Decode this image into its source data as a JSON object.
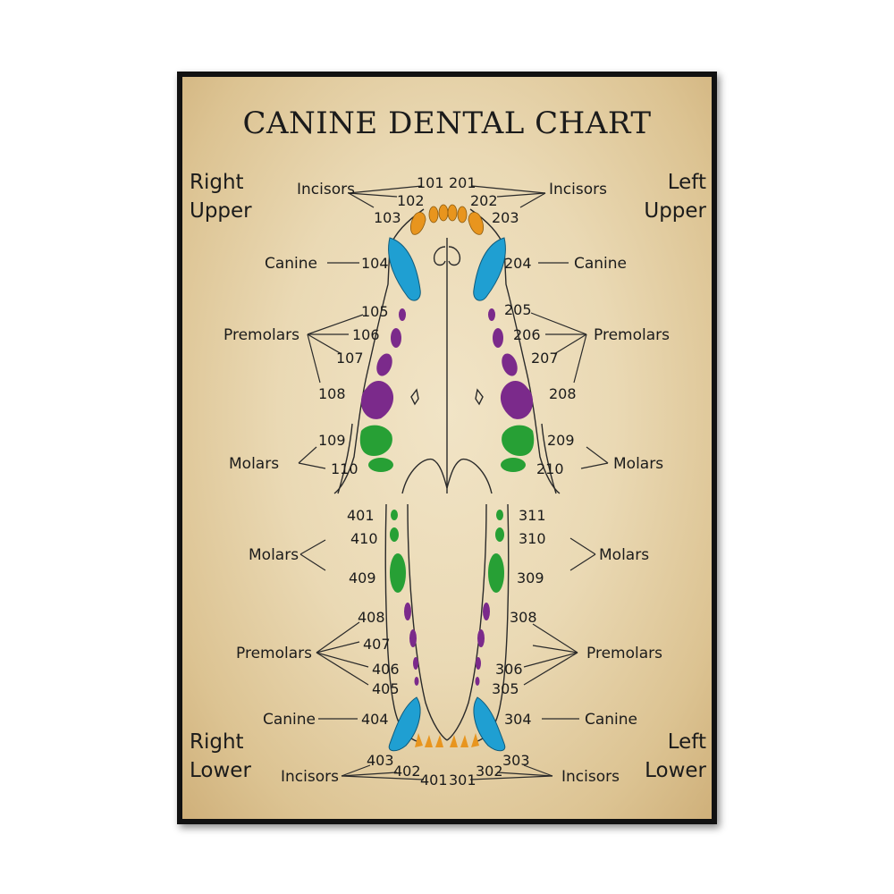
{
  "title": "CANINE DENTAL CHART",
  "quadrants": {
    "right_upper": [
      "Right",
      "Upper"
    ],
    "left_upper": [
      "Left",
      "Upper"
    ],
    "right_lower": [
      "Right",
      "Lower"
    ],
    "left_lower": [
      "Left",
      "Lower"
    ]
  },
  "groups": {
    "incisors": "Incisors",
    "canine": "Canine",
    "premolars": "Premolars",
    "molars": "Molars"
  },
  "tooth_numbers": {
    "upper_right": [
      "101",
      "102",
      "103",
      "104",
      "105",
      "106",
      "107",
      "108",
      "109",
      "110"
    ],
    "upper_left": [
      "201",
      "202",
      "203",
      "204",
      "205",
      "206",
      "207",
      "208",
      "209",
      "210"
    ],
    "lower_left": [
      "301",
      "302",
      "303",
      "304",
      "305",
      "306",
      "308",
      "309",
      "310",
      "311"
    ],
    "lower_right": [
      "401",
      "402",
      "403",
      "404",
      "405",
      "406",
      "407",
      "408",
      "409",
      "410",
      "401"
    ]
  },
  "colors": {
    "incisor": "#e8951e",
    "canine": "#1f9fd2",
    "premolar": "#7b2a8b",
    "molar": "#27a035",
    "line": "#2a2a2a"
  }
}
